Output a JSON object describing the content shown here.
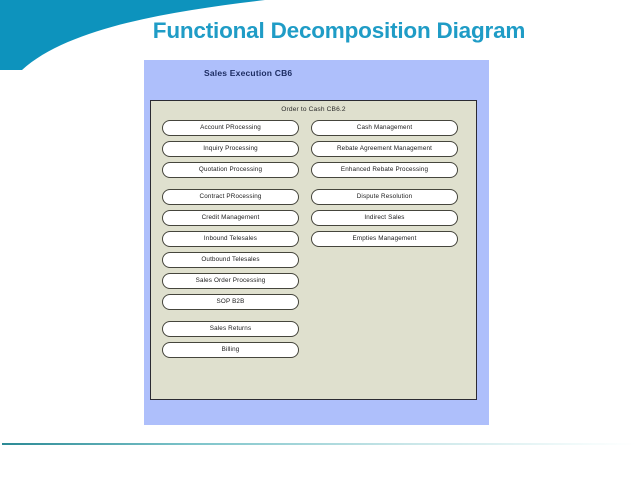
{
  "slide": {
    "title": "Functional Decomposition Diagram",
    "title_color": "#1f9cc6",
    "accent_color": "#0d93bd",
    "background_color": "#ffffff"
  },
  "diagram": {
    "outer_panel": {
      "label": "Sales Execution CB6",
      "background_color": "#aebffb",
      "label_color": "#1d2d63"
    },
    "inner_box": {
      "label": "Order to Cash CB6.2",
      "background_color": "#dfe0ce",
      "border_color": "#2b2b33"
    },
    "columns": [
      {
        "name": "left-column",
        "groups": [
          {
            "items": [
              {
                "label": "Account PRocessing"
              },
              {
                "label": "Inquiry Processing"
              },
              {
                "label": "Quotation Processing"
              }
            ]
          },
          {
            "items": [
              {
                "label": "Contract PRocessing"
              },
              {
                "label": "Credit Management"
              },
              {
                "label": "Inbound Telesales"
              },
              {
                "label": "Outbound Telesales"
              },
              {
                "label": "Sales Order Processing"
              },
              {
                "label": "SOP B2B"
              }
            ]
          },
          {
            "items": [
              {
                "label": "Sales Returns"
              },
              {
                "label": "Billing"
              }
            ]
          }
        ]
      },
      {
        "name": "right-column",
        "groups": [
          {
            "items": [
              {
                "label": "Cash Management"
              },
              {
                "label": "Rebate Agreement Management"
              },
              {
                "label": "Enhanced Rebate Processing"
              }
            ]
          },
          {
            "items": [
              {
                "label": "Dispute Resolution"
              },
              {
                "label": "Indirect Sales"
              },
              {
                "label": "Empties Management"
              }
            ]
          }
        ]
      }
    ]
  }
}
